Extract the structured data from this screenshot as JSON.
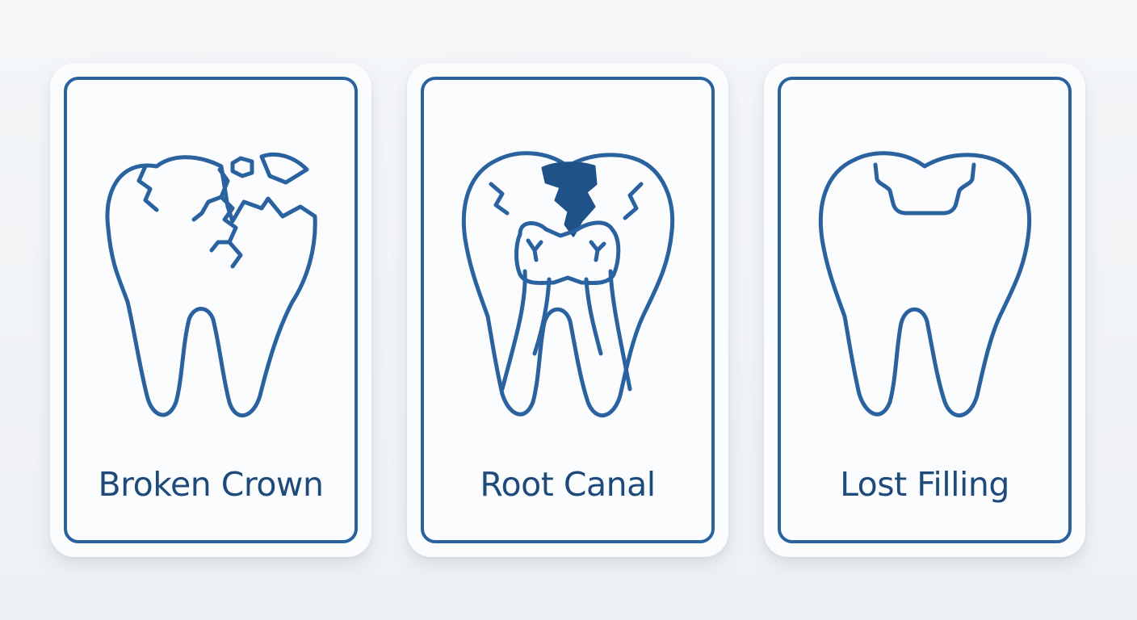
{
  "accent_color": "#2a62a0",
  "text_color": "#1d4a7a",
  "cards": [
    {
      "label": "Broken Crown",
      "icon": "broken-crown-tooth-icon"
    },
    {
      "label": "Root Canal",
      "icon": "root-canal-tooth-icon"
    },
    {
      "label": "Lost Filling",
      "icon": "lost-filling-tooth-icon"
    }
  ]
}
